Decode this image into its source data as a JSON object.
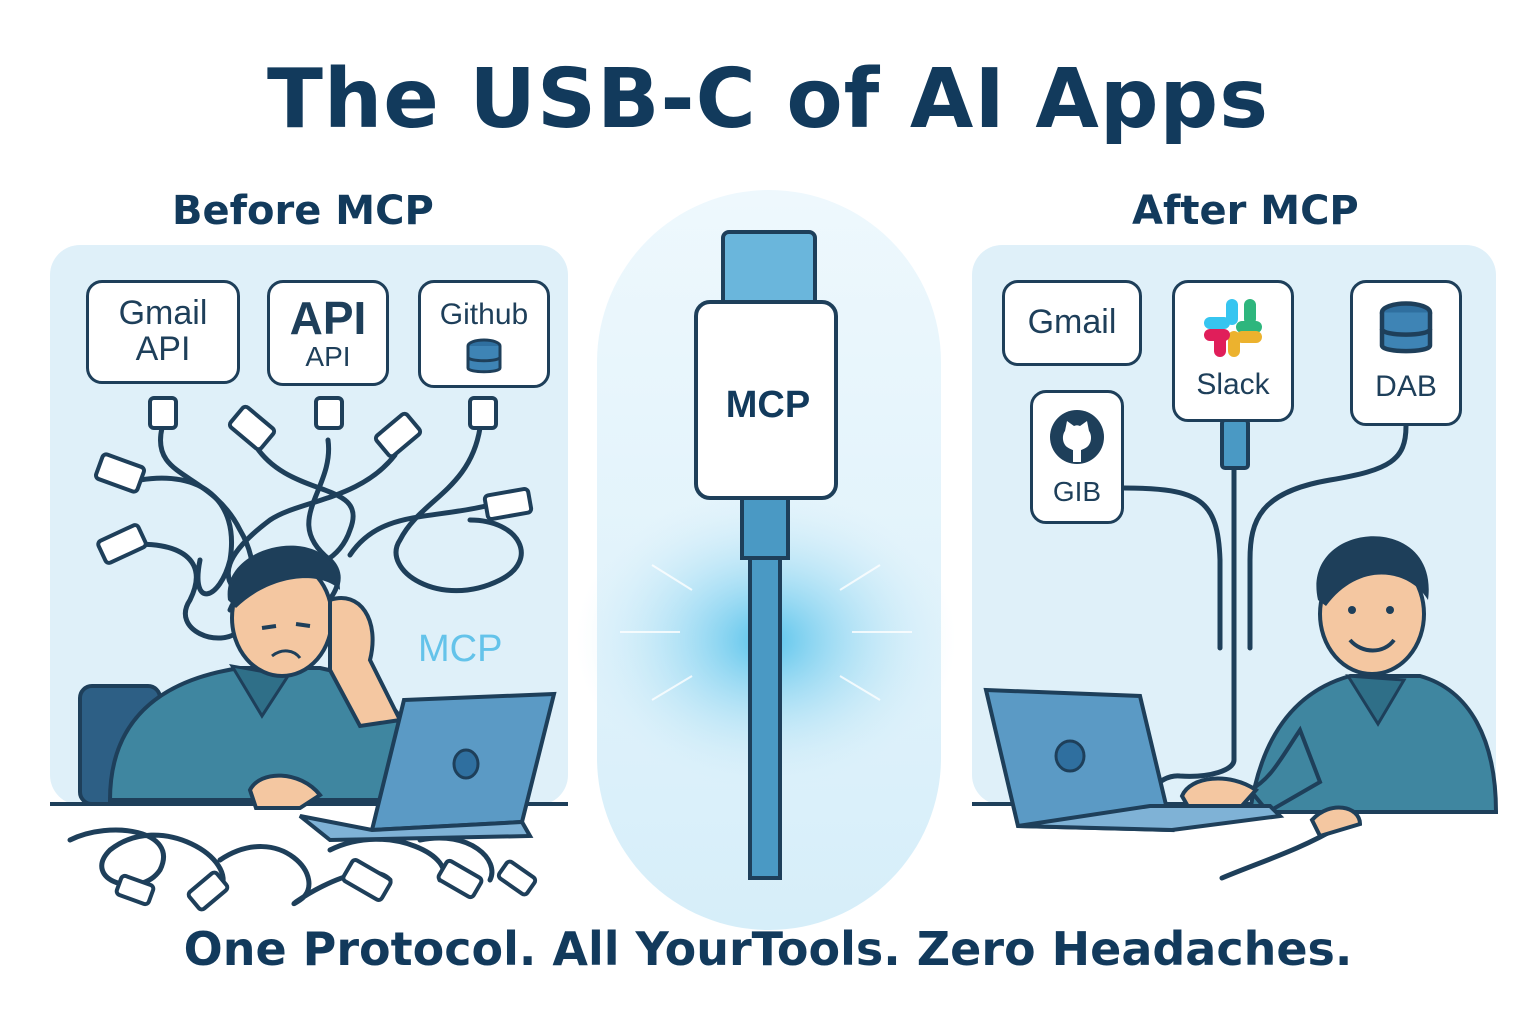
{
  "title": "The USB-C of AI Apps",
  "before": {
    "label": "Before MCP",
    "tools": [
      {
        "line1": "Gmail",
        "line2": "API"
      },
      {
        "line1": "API",
        "line2": "API"
      },
      {
        "line1": "Github",
        "icon": "database-icon"
      }
    ],
    "floating_label": "MCP"
  },
  "center": {
    "connector_label": "MCP"
  },
  "after": {
    "label": "After MCP",
    "tools": [
      {
        "label": "Gmail"
      },
      {
        "label": "Slack",
        "icon": "slack-icon"
      },
      {
        "label": "DAB",
        "icon": "database-icon"
      },
      {
        "label": "GIB",
        "icon": "github-icon"
      }
    ]
  },
  "tagline": "One Protocol. All YourTools. Zero Headaches.",
  "colors": {
    "navy": "#123a5c",
    "panel": "#dff0f9",
    "accent": "#64c3ea",
    "shirt": "#3f86a0",
    "laptop": "#5b9ac5"
  }
}
